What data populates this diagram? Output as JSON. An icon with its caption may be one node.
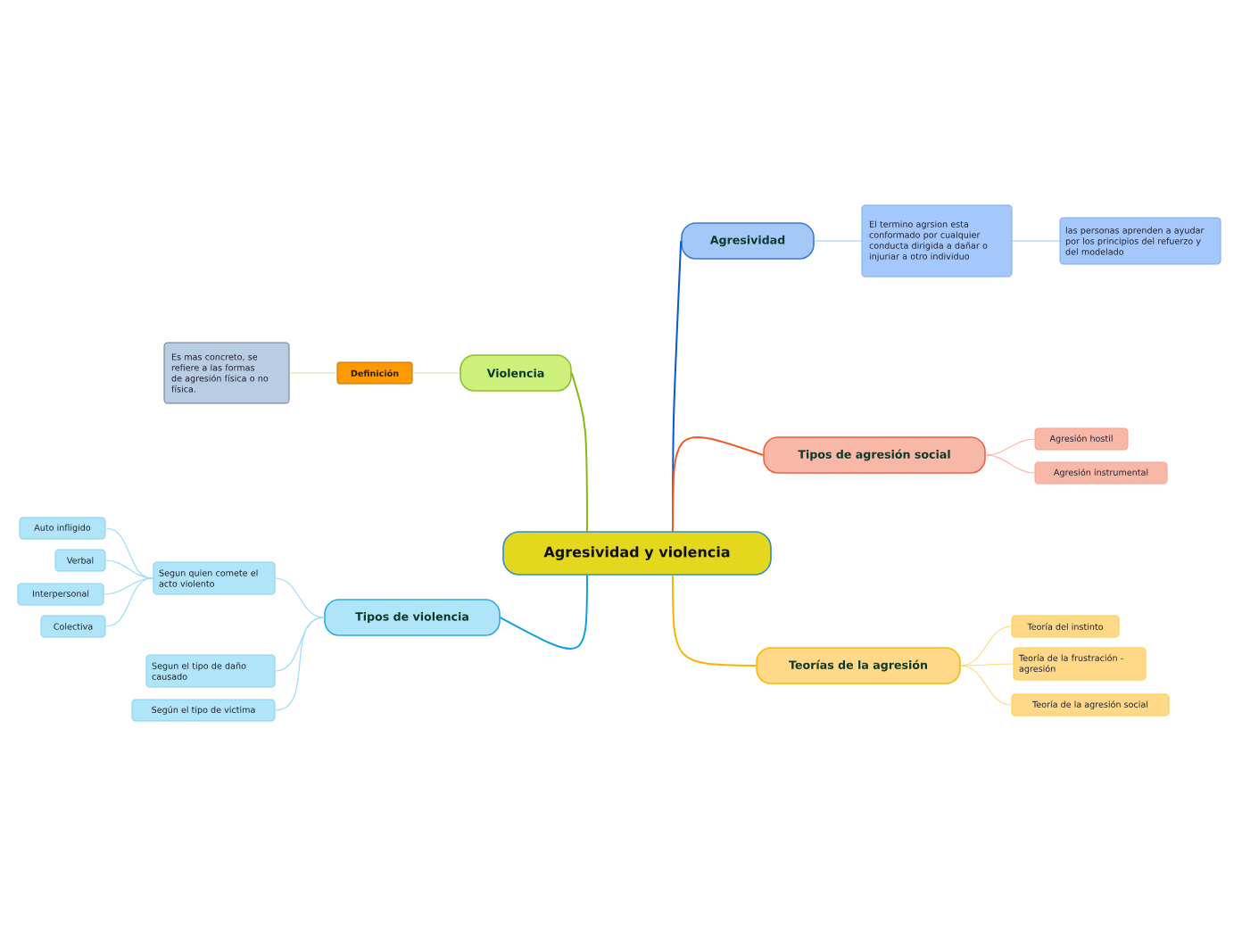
{
  "diagram": {
    "nodes": [
      {
        "text": [
          "Agresividad y violencia"
        ]
      },
      {
        "text": [
          "Agresividad"
        ]
      },
      {
        "text": [
          "El termino agrsion esta conformado por cualquier conducta dirigida a dañar o injuriar a otro individuo"
        ]
      },
      {
        "text": [
          "las personas aprenden a ayudar por los principios del refuerzo y del modelado"
        ]
      },
      {
        "text": [
          "Violencia"
        ]
      },
      {
        "text": [
          "Definición"
        ]
      },
      {
        "text": [
          "Es mas concreto, se refiere a las formas de agresión física o no física."
        ]
      },
      {
        "text": [
          "Tipos de agresión social"
        ]
      },
      {
        "text": [
          "Agresión hostil"
        ]
      },
      {
        "text": [
          "Agresión instrumental"
        ]
      },
      {
        "text": [
          "Tipos de violencia"
        ]
      },
      {
        "text": [
          "Segun quien comete el acto violento"
        ]
      },
      {
        "text": [
          "Auto infligido"
        ]
      },
      {
        "text": [
          "Verbal"
        ]
      },
      {
        "text": [
          "Interpersonal"
        ]
      },
      {
        "text": [
          "Colectiva"
        ]
      },
      {
        "text": [
          "Segun el tipo de daño causado"
        ]
      },
      {
        "text": [
          "Según el tipo de victima"
        ]
      },
      {
        "text": [
          "Teorías de la agresión"
        ]
      },
      {
        "text": [
          "Teoría del instinto"
        ]
      },
      {
        "text": [
          "Teoría de la frustración - agresión"
        ]
      },
      {
        "text": [
          "Teoría de la agresión social"
        ]
      }
    ],
    "edges": [
      {
        "from": 0,
        "to": 1,
        "arrow": "none",
        "color": "#0a58d0"
      },
      {
        "from": 1,
        "to": 2,
        "arrow": "none",
        "color": "#a0c4f8"
      },
      {
        "from": 2,
        "to": 3,
        "arrow": "none",
        "color": "#a0c4f8"
      },
      {
        "from": 0,
        "to": 4,
        "arrow": "none",
        "color": "#88b810"
      },
      {
        "from": 4,
        "to": 5,
        "arrow": "none",
        "color": "#c8e890"
      },
      {
        "from": 5,
        "to": 6,
        "arrow": "none",
        "color": "#c8e890"
      },
      {
        "from": 0,
        "to": 7,
        "arrow": "none",
        "color": "#f05a28"
      },
      {
        "from": 7,
        "to": 8,
        "arrow": "none",
        "color": "#f8b8a8"
      },
      {
        "from": 7,
        "to": 9,
        "arrow": "none",
        "color": "#f8b8a8"
      },
      {
        "from": 0,
        "to": 10,
        "arrow": "none",
        "color": "#10a0e0"
      },
      {
        "from": 10,
        "to": 11,
        "arrow": "none"
      },
      {
        "from": 11,
        "to": 12,
        "arrow": "none"
      },
      {
        "from": 11,
        "to": 13,
        "arrow": "none"
      },
      {
        "from": 11,
        "to": 14,
        "arrow": "none"
      },
      {
        "from": 11,
        "to": 15,
        "arrow": "none"
      },
      {
        "from": 10,
        "to": 16,
        "arrow": "none"
      },
      {
        "from": 10,
        "to": 17,
        "arrow": "none"
      },
      {
        "from": 0,
        "to": 18,
        "arrow": "none",
        "color": "#f8b400"
      },
      {
        "from": 18,
        "to": 19,
        "arrow": "none",
        "color": "#ffd880"
      },
      {
        "from": 18,
        "to": 20,
        "arrow": "none",
        "color": "#ffd880"
      },
      {
        "from": 18,
        "to": 21,
        "arrow": "none",
        "color": "#ffd880"
      }
    ]
  }
}
